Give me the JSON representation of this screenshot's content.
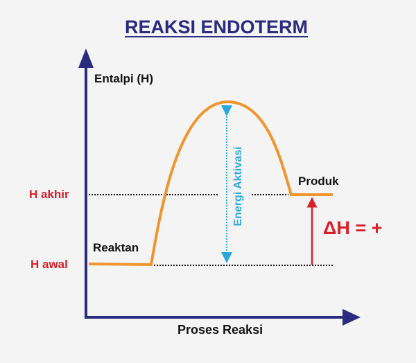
{
  "title": "REAKSI ENDOTERM",
  "y_axis_label": "Entalpi (H)",
  "x_axis_label": "Proses Reaksi",
  "levels": {
    "final": "H akhir",
    "initial": "H awal"
  },
  "reactant_label": "Reaktan",
  "product_label": "Produk",
  "activation_label": "Energi Aktivasi",
  "delta_h_label": "ΔH = +",
  "colors": {
    "axis": "#2a2a7e",
    "curve": "#f0952e",
    "level": "#d8202a",
    "activation": "#2aa8dc",
    "text": "#111111"
  }
}
